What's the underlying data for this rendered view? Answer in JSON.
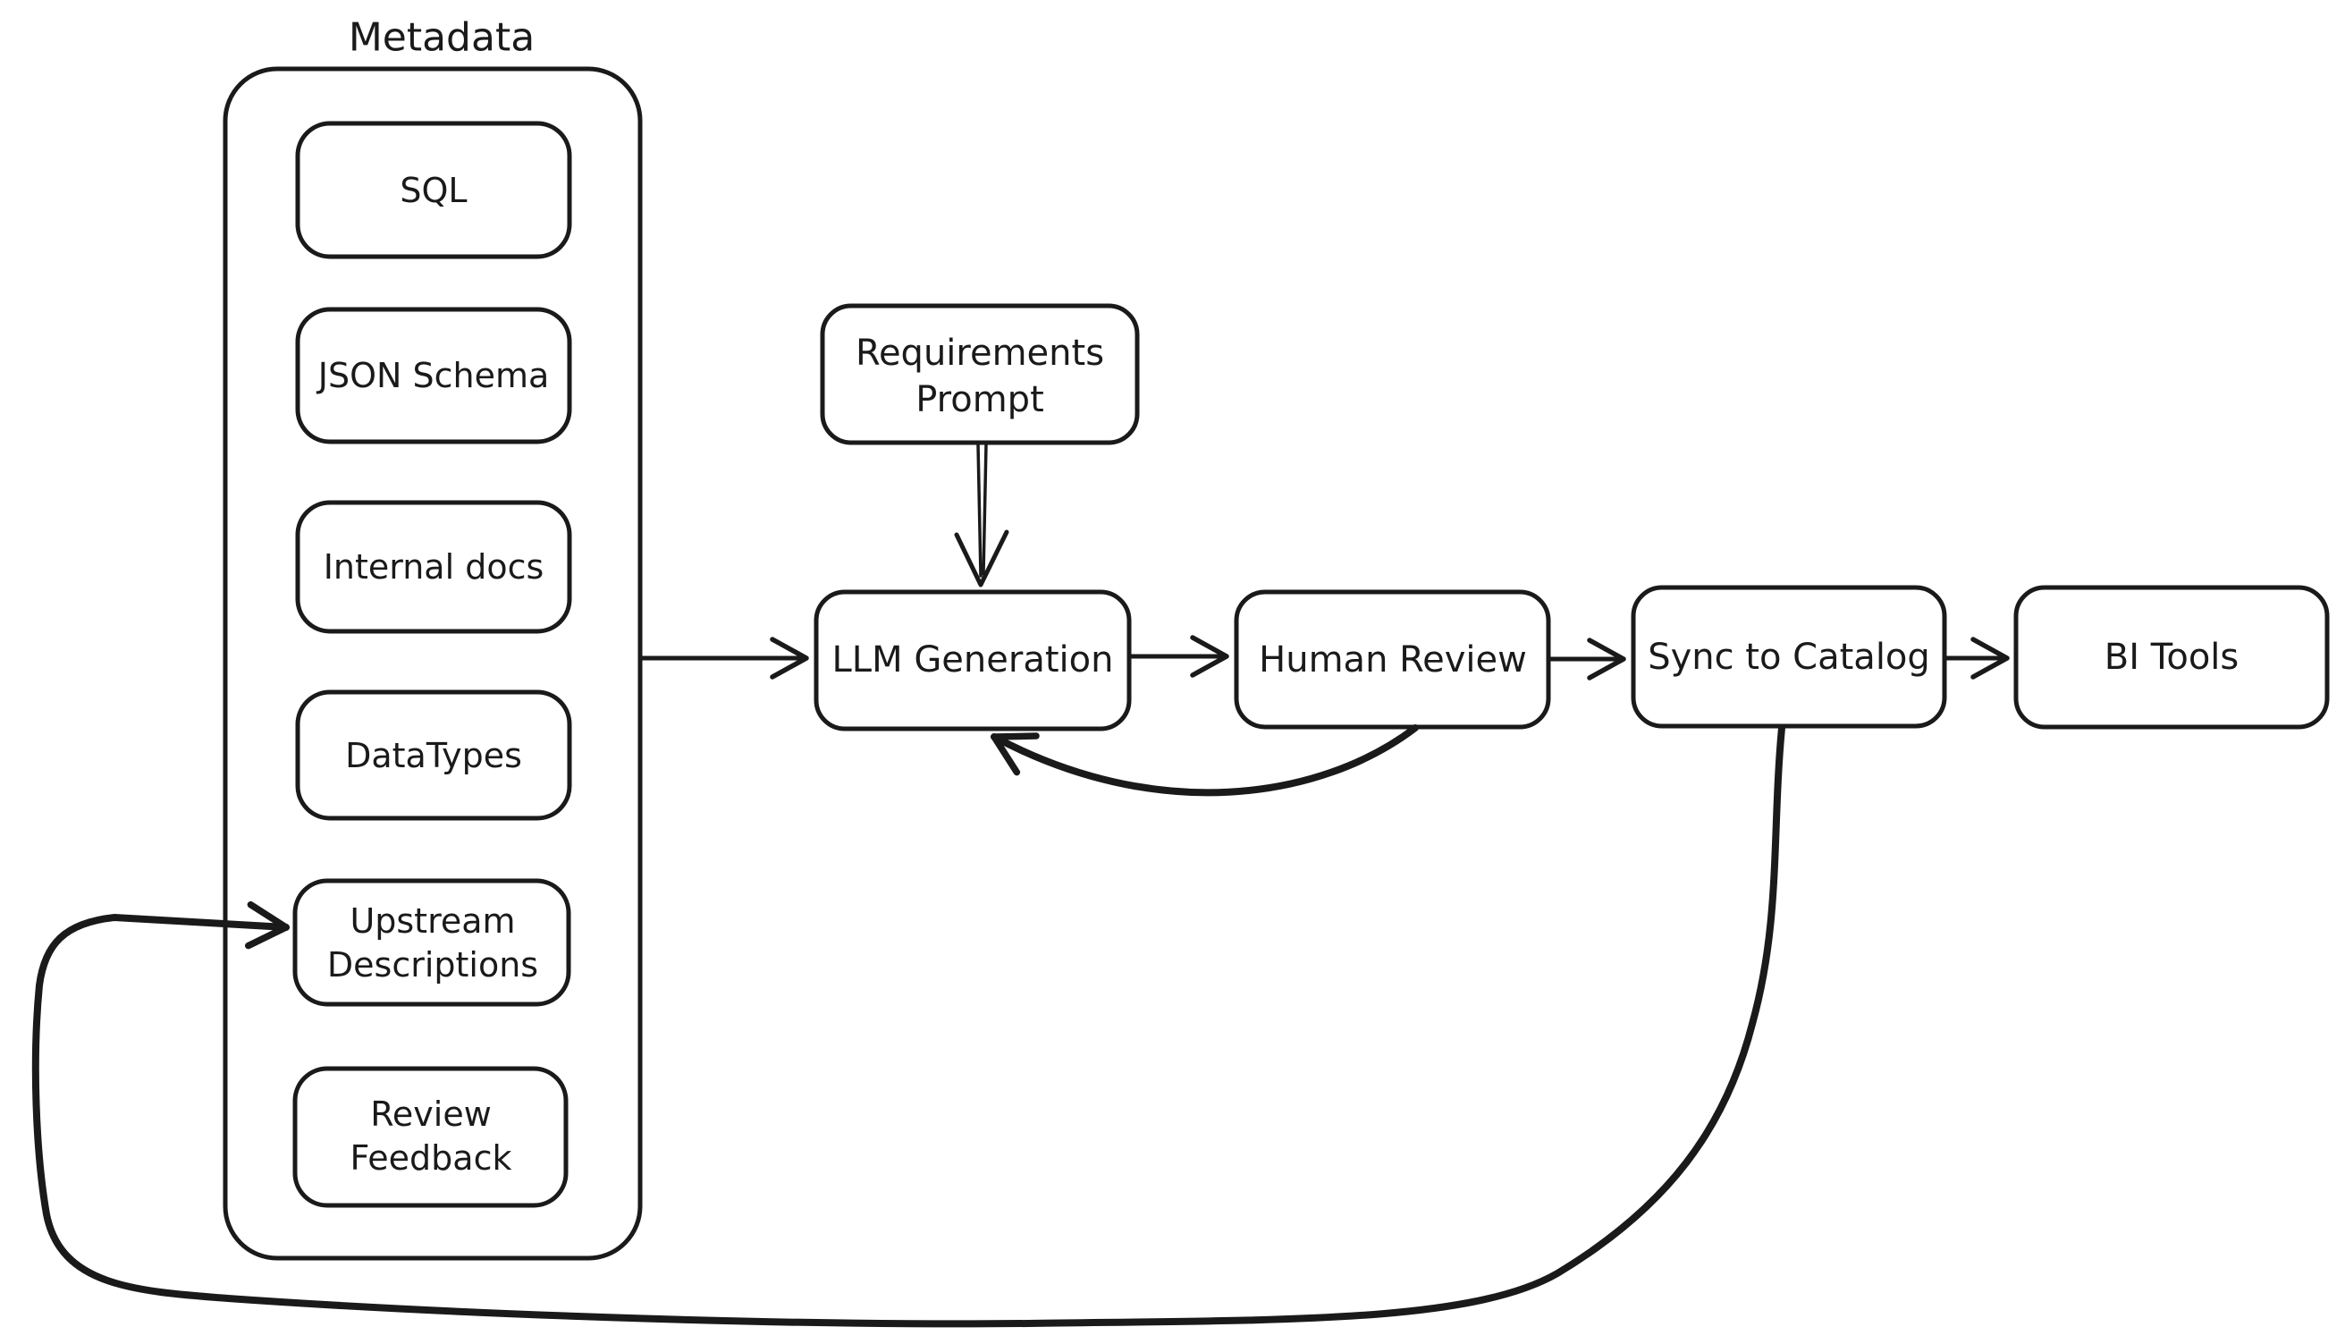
{
  "canvas": {
    "background": "#ffffff",
    "ink": "#1a1a1a"
  },
  "metadata_group": {
    "title": "Metadata",
    "items": [
      {
        "id": "sql",
        "lines": [
          "SQL"
        ]
      },
      {
        "id": "json-schema",
        "lines": [
          "JSON Schema"
        ]
      },
      {
        "id": "internal-docs",
        "lines": [
          "Internal docs"
        ]
      },
      {
        "id": "datatypes",
        "lines": [
          "DataTypes"
        ]
      },
      {
        "id": "upstream-descriptions",
        "lines": [
          "Upstream",
          "Descriptions"
        ]
      },
      {
        "id": "review-feedback",
        "lines": [
          "Review",
          "Feedback"
        ]
      }
    ]
  },
  "nodes": [
    {
      "id": "requirements-prompt",
      "lines": [
        "Requirements",
        "Prompt"
      ]
    },
    {
      "id": "llm-generation",
      "lines": [
        "LLM Generation"
      ]
    },
    {
      "id": "human-review",
      "lines": [
        "Human Review"
      ]
    },
    {
      "id": "sync-to-catalog",
      "lines": [
        "Sync to Catalog"
      ]
    },
    {
      "id": "bi-tools",
      "lines": [
        "BI Tools"
      ]
    }
  ],
  "edges": [
    {
      "from": "metadata",
      "to": "llm-generation",
      "style": "arrow"
    },
    {
      "from": "requirements-prompt",
      "to": "llm-generation",
      "style": "arrow"
    },
    {
      "from": "llm-generation",
      "to": "human-review",
      "style": "arrow"
    },
    {
      "from": "human-review",
      "to": "sync-to-catalog",
      "style": "arrow"
    },
    {
      "from": "sync-to-catalog",
      "to": "bi-tools",
      "style": "arrow"
    },
    {
      "from": "human-review",
      "to": "llm-generation",
      "style": "feedback-curve"
    },
    {
      "from": "sync-to-catalog",
      "to": "upstream-descriptions",
      "style": "feedback-curve"
    }
  ]
}
